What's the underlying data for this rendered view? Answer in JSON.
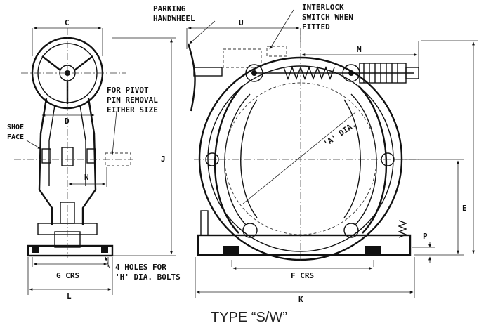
{
  "labels": {
    "c": "C",
    "u": "U",
    "m": "M",
    "d": "D",
    "j": "J",
    "n": "N",
    "e": "E",
    "p": "P",
    "l": "L",
    "k": "K",
    "g_crs": "G CRS",
    "f_crs": "F CRS",
    "a_dia": "'A' DIA.",
    "parking_handwheel_1": "PARKING",
    "parking_handwheel_2": "HANDWHEEL",
    "interlock_1": "INTERLOCK",
    "interlock_2": "SWITCH WHEN",
    "interlock_3": "FITTED",
    "pivot_1": "FOR PIVOT",
    "pivot_2": "PIN REMOVAL",
    "pivot_3": "EITHER SIZE",
    "shoe_face_1": "SHOE",
    "shoe_face_2": "FACE",
    "holes_1": "4 HOLES FOR",
    "holes_2": "'H' DIA. BOLTS"
  },
  "caption": "TYPE “S/W”"
}
